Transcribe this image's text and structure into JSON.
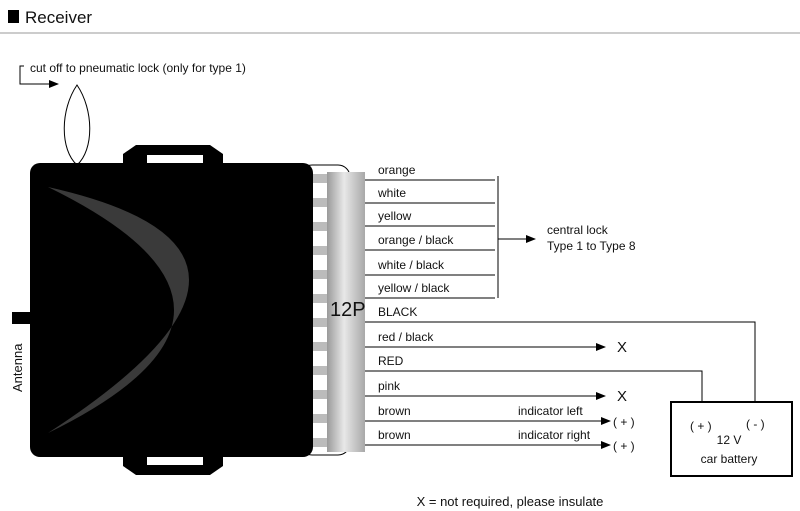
{
  "header": {
    "title": "Receiver"
  },
  "pneumatic_note": "cut off to pneumatic lock (only for type 1)",
  "antenna_label": "Antenna",
  "connector_label": "12P",
  "wires": [
    {
      "label": "orange"
    },
    {
      "label": "white"
    },
    {
      "label": "yellow"
    },
    {
      "label": "orange / black"
    },
    {
      "label": "white / black"
    },
    {
      "label": "yellow / black"
    },
    {
      "label": "BLACK"
    },
    {
      "label": "red / black",
      "end": "X"
    },
    {
      "label": "RED"
    },
    {
      "label": "pink",
      "end": "X"
    },
    {
      "label": "brown",
      "note": "indicator left",
      "end": "( + )"
    },
    {
      "label": "brown",
      "note": "indicator right",
      "end": "( + )"
    }
  ],
  "central_lock": {
    "line1": "central lock",
    "line2": "Type 1 to Type 8"
  },
  "battery": {
    "plus": "( + )",
    "minus": "( - )",
    "voltage": "12 V",
    "label": "car battery"
  },
  "footer_note": "X = not required, please insulate"
}
